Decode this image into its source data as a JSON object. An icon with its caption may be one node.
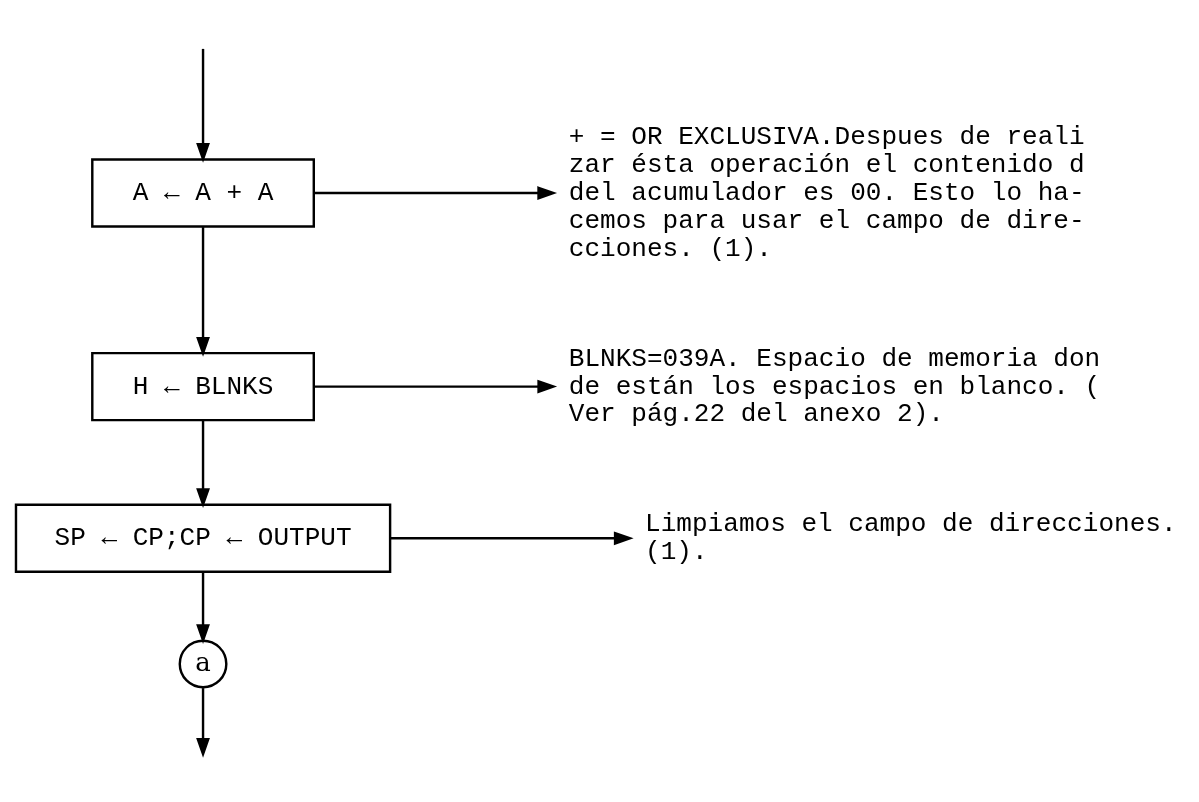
{
  "diagram": {
    "nodes": [
      {
        "text": [
          "A ← A + A"
        ]
      },
      {
        "text": [
          "+ = OR EXCLUSIVA.Despues de reali zar ésta operación el contenido d del acumulador es 00. Esto lo ha- cemos para usar el campo de dire- cciones. (1)."
        ]
      },
      {
        "text": [
          "H ← BLNKS"
        ]
      },
      {
        "text": [
          "BLNKS=039A. Espacio de memoria don de están los espacios en blanco. ( Ver pág.22 del anexo 2)."
        ]
      },
      {
        "text": [
          "SP ← CP;CP ← OUTPUT"
        ]
      },
      {
        "text": [
          "Limpiamos el campo de direcciones. (1)."
        ]
      },
      {
        "text": [
          "a"
        ]
      }
    ],
    "edges": [
      {
        "from": null,
        "to": 0,
        "arrow": "to"
      },
      {
        "from": 0,
        "to": 1,
        "arrow": "to"
      },
      {
        "from": 0,
        "to": 2,
        "arrow": "to"
      },
      {
        "from": 2,
        "to": 3,
        "arrow": "to"
      },
      {
        "from": 2,
        "to": 4,
        "arrow": "to"
      },
      {
        "from": 4,
        "to": 5,
        "arrow": "to"
      },
      {
        "from": 4,
        "to": 6,
        "arrow": "to"
      },
      {
        "from": 6,
        "to": null,
        "arrow": "to"
      }
    ]
  }
}
